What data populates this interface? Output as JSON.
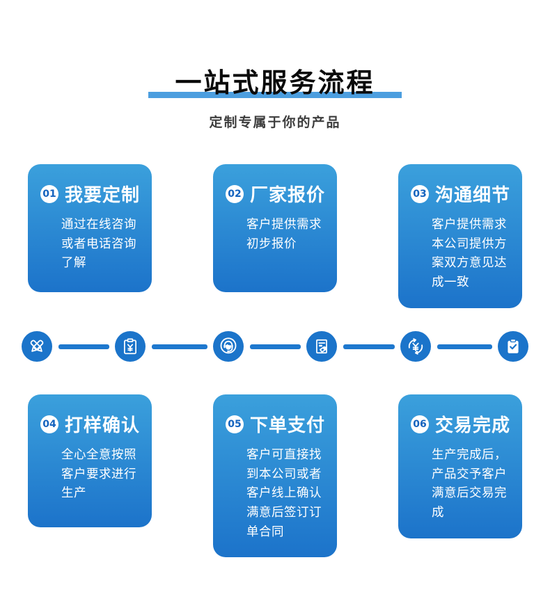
{
  "header": {
    "title": "一站式服务流程",
    "subtitle": "定制专属于你的产品"
  },
  "steps": [
    {
      "number": "01",
      "title": "我要定制",
      "desc": "通过在线咨询或者电话咨询了解"
    },
    {
      "number": "02",
      "title": "厂家报价",
      "desc": "客户提供需求初步报价"
    },
    {
      "number": "03",
      "title": "沟通细节",
      "desc": "客户提供需求本公司提供方案双方意见达成一致"
    },
    {
      "number": "04",
      "title": "打样确认",
      "desc": "全心全意按照客户要求进行生产"
    },
    {
      "number": "05",
      "title": "下单支付",
      "desc": "客户可直接找到本公司或者客户线上确认满意后签订订单合同"
    },
    {
      "number": "06",
      "title": "交易完成",
      "desc": "生产完成后，产品交予客户满意后交易完成"
    }
  ],
  "icons": [
    {
      "name": "crossed-pens-icon",
      "meaning": "设计定制"
    },
    {
      "name": "clipboard-yen-icon",
      "meaning": "厂家报价"
    },
    {
      "name": "customer-service-headset-icon",
      "meaning": "沟通细节"
    },
    {
      "name": "document-tag-icon",
      "meaning": "打样确认"
    },
    {
      "name": "yen-exchange-icon",
      "meaning": "下单支付"
    },
    {
      "name": "clipboard-check-icon",
      "meaning": "交易完成"
    }
  ],
  "icon_symbols": {
    "yen": "¥"
  },
  "colors": {
    "card_gradient_top": "#3ba0dc",
    "card_gradient_bottom": "#1c73ca",
    "title_underline": "#4c9edf",
    "icon_circle": "#1b74ca",
    "connector_line": "#1e78ce",
    "badge_text": "#1463be",
    "title_text": "#0a0a0a",
    "subtitle_text": "#3d3d3d"
  }
}
